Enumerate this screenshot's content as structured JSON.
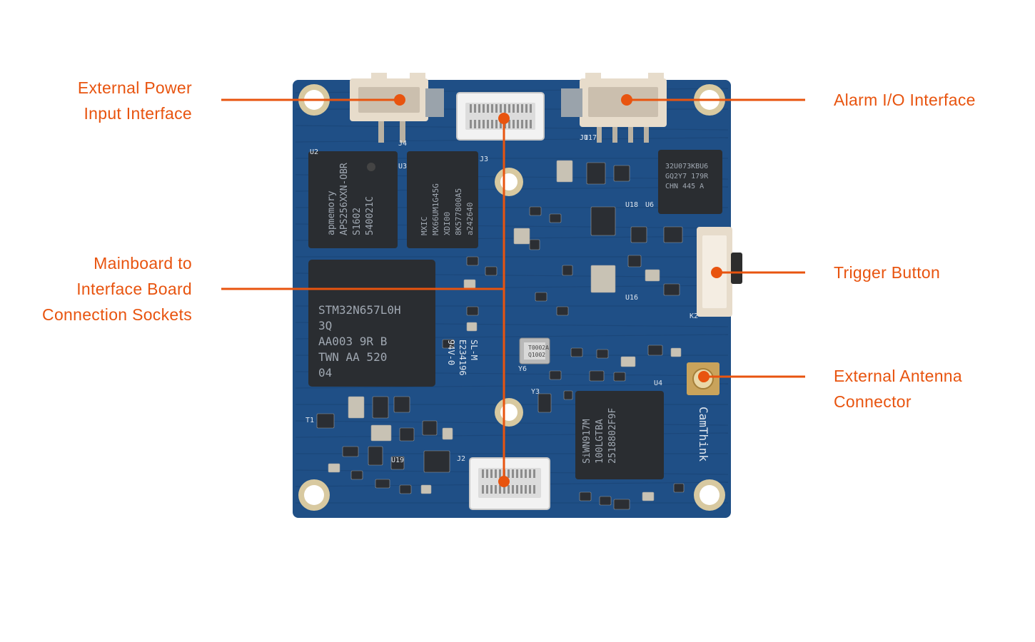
{
  "colors": {
    "accent": "#e8540f",
    "pcb": "#1f4f86",
    "pcb_dark": "#173e6c",
    "chip": "#2a2d31",
    "pad": "#d8c9a0",
    "connector": "#e7dccb",
    "background": "#ffffff"
  },
  "board": {
    "chip_labels": {
      "st_mcu": [
        "STM32N657L0H",
        "3Q",
        "AA003 9R B",
        "TWN AA 520",
        "04"
      ],
      "apmemory": [
        "apmemory",
        "APS256XXN-OBR",
        "S1602",
        "540021C"
      ],
      "mxic": [
        "MXIC",
        "MX66UM1G45G",
        "XDI00",
        "8K577800A5",
        "a242640"
      ],
      "st_small": [
        "32U073KBU6",
        "GQ2Y7 179R",
        "CHN 445 A"
      ],
      "wifi": [
        "SiWN917M",
        "100LGTBA",
        "2518802F9F"
      ],
      "crystal": [
        "T0002A",
        "Q1002"
      ],
      "brand": "CamThink",
      "silk_mid": [
        "SL-M",
        "E234196",
        "94V-0"
      ],
      "silk_refs": [
        "U2",
        "U3",
        "U17",
        "U18",
        "U16",
        "U6",
        "U4",
        "J1",
        "J2",
        "J3",
        "J4",
        "K2",
        "T1",
        "Y3",
        "Y6",
        "U19"
      ]
    }
  },
  "callouts": {
    "power": {
      "lines": [
        "External Power",
        "Input Interface"
      ]
    },
    "sockets": {
      "lines": [
        "Mainboard to",
        "Interface Board",
        "Connection Sockets"
      ]
    },
    "alarm": {
      "lines": [
        "Alarm I/O Interface"
      ]
    },
    "trigger": {
      "lines": [
        "Trigger Button"
      ]
    },
    "antenna": {
      "lines": [
        "External Antenna",
        "Connector"
      ]
    }
  }
}
